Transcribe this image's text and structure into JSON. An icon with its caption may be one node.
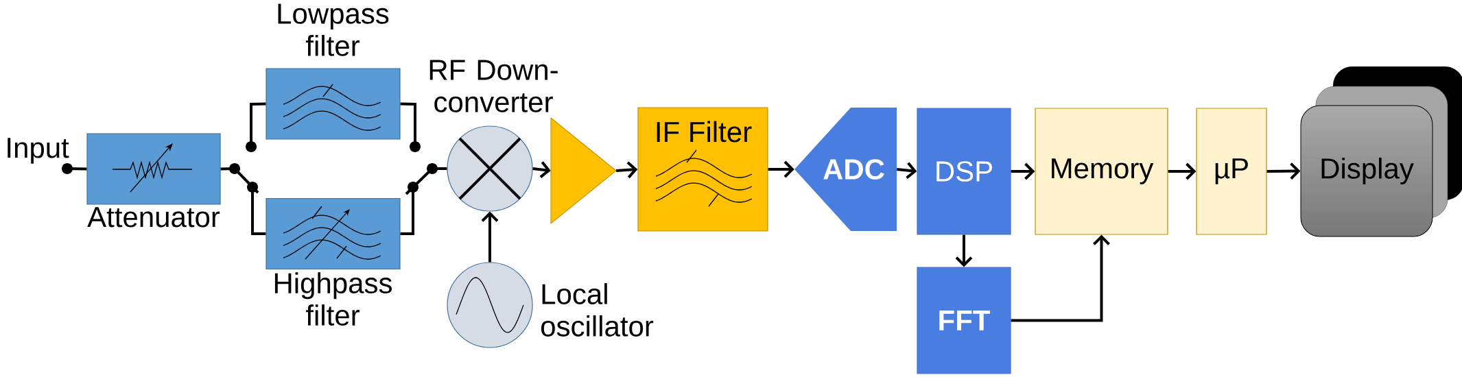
{
  "diagram": {
    "nodes": [
      {
        "text": [
          "Input"
        ]
      },
      {
        "text": [
          "Attenuator"
        ]
      },
      {
        "text": [
          "Lowpass filter"
        ]
      },
      {
        "text": [
          "Highpass filter"
        ]
      },
      {
        "text": [
          "RF Down-converter"
        ]
      },
      {
        "text": [
          "Local oscillator"
        ]
      },
      {
        "text": [],
        "shape": "triangle"
      },
      {
        "text": [
          "IF Filter"
        ]
      },
      {
        "text": [
          "ADC"
        ]
      },
      {
        "text": [
          "DSP"
        ]
      },
      {
        "text": [
          "FFT"
        ]
      },
      {
        "text": [
          "Memory"
        ]
      },
      {
        "text": [
          "µP"
        ]
      },
      {
        "text": [
          "Display"
        ]
      }
    ],
    "edges": [
      {
        "from": 0,
        "to": 1,
        "arrow": "other"
      },
      {
        "from": null,
        "to": 2,
        "arrow": "other"
      },
      {
        "from": 1,
        "to": 3,
        "arrow": "none"
      },
      {
        "from": 2,
        "to": null,
        "arrow": "other"
      },
      {
        "from": 3,
        "to": 4,
        "arrow": "none"
      },
      {
        "from": 5,
        "to": 4,
        "arrow": "to"
      },
      {
        "from": 4,
        "to": 6,
        "arrow": "to"
      },
      {
        "from": 6,
        "to": 7,
        "arrow": "to"
      },
      {
        "from": 7,
        "to": 8,
        "arrow": "to"
      },
      {
        "from": 8,
        "to": 9,
        "arrow": "to"
      },
      {
        "from": 9,
        "to": 11,
        "arrow": "to"
      },
      {
        "from": 9,
        "to": 10,
        "arrow": "to"
      },
      {
        "from": 10,
        "to": 11,
        "arrow": "to"
      },
      {
        "from": 11,
        "to": 12,
        "arrow": "to"
      },
      {
        "from": 12,
        "to": 13,
        "arrow": "to"
      }
    ]
  }
}
